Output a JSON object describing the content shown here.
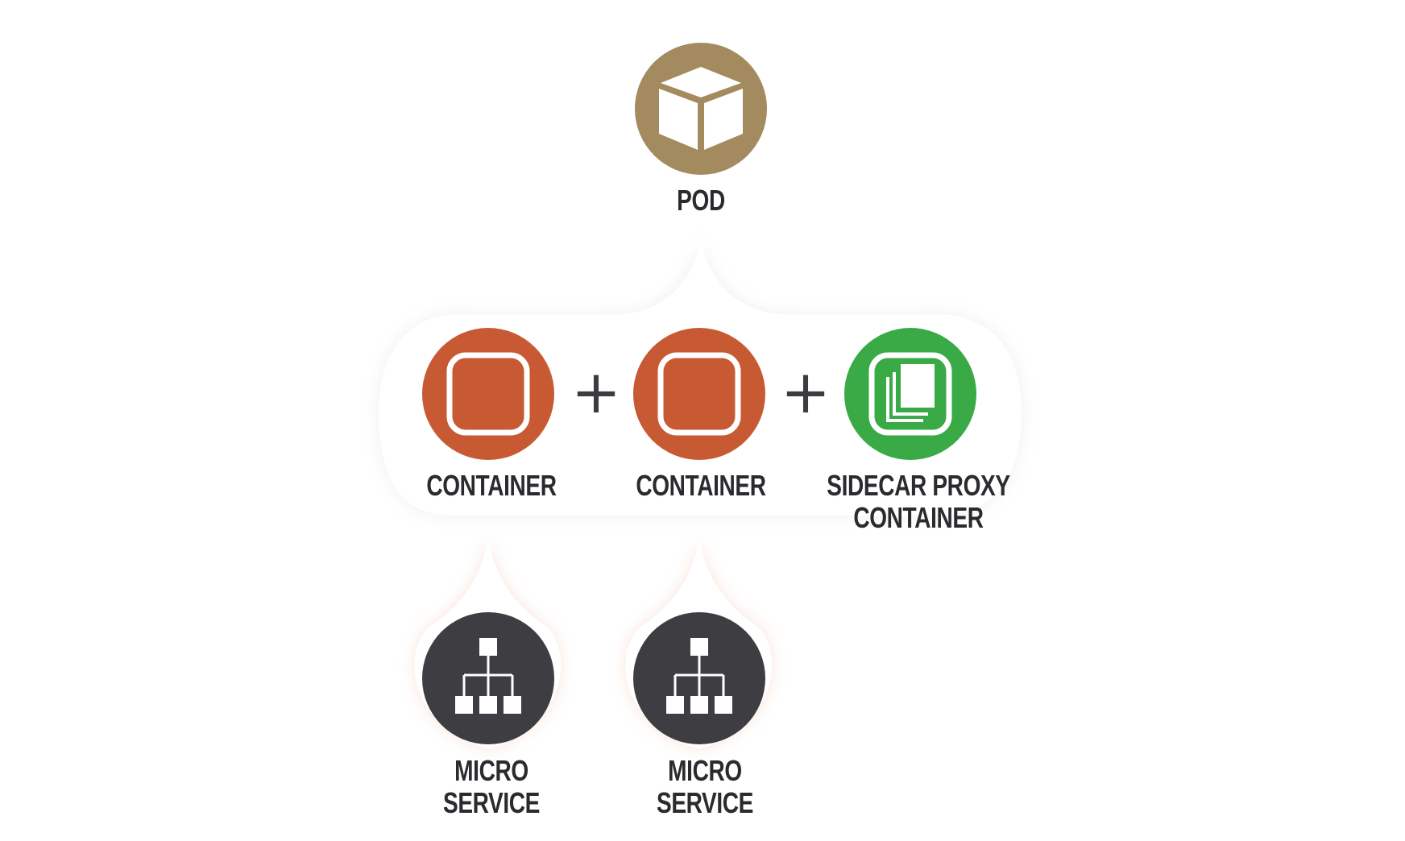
{
  "pod": {
    "label": "POD",
    "color": "#a38a5f",
    "icon": "cube-icon"
  },
  "containers": [
    {
      "label": "CONTAINER",
      "color": "#c85a33",
      "icon": "square-icon"
    },
    {
      "label": "CONTAINER",
      "color": "#c85a33",
      "icon": "square-icon"
    }
  ],
  "sidecar": {
    "label_line1": "SIDECAR PROXY",
    "label_line2": "CONTAINER",
    "color": "#3aaa46",
    "icon": "stacked-pages-icon"
  },
  "operators": {
    "plus": "+"
  },
  "microservices": [
    {
      "label": "MICRO SERVICE",
      "color": "#3e3e42",
      "icon": "hierarchy-icon"
    },
    {
      "label": "MICRO SERVICE",
      "color": "#3e3e42",
      "icon": "hierarchy-icon"
    }
  ]
}
